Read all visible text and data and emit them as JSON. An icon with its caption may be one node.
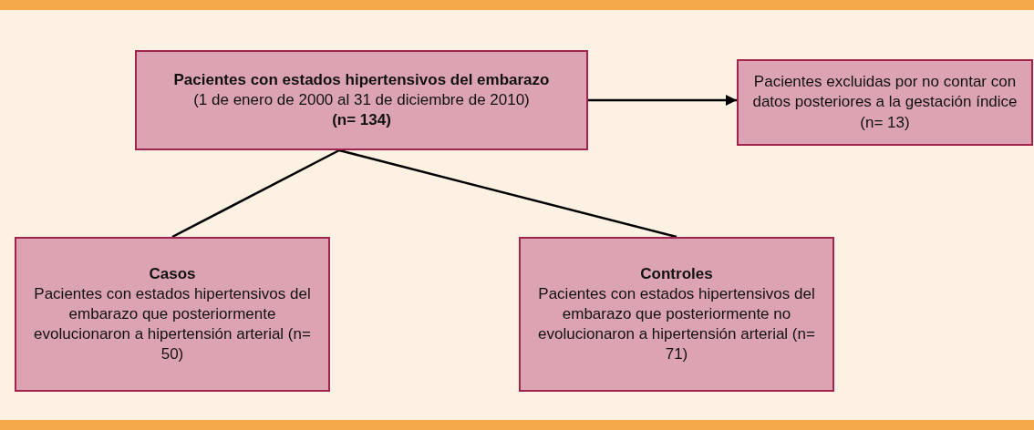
{
  "diagram": {
    "nodes": [
      {
        "text": [
          "Pacientes con estados hipertensivos del embarazo",
          "(1 de enero de 2000 al 31 de diciembre de 2010)",
          "(n= 134)"
        ]
      },
      {
        "text": [
          "Pacientes excluidas por no contar con datos posteriores a la gestación índice (n= 13)"
        ]
      },
      {
        "text": [
          "Casos",
          "Pacientes con estados hipertensivos del embarazo que posteriormente evolucionaron a hipertensión arterial (n= 50)"
        ]
      },
      {
        "text": [
          "Controles",
          "Pacientes con estados hipertensivos del embarazo que posteriormente no evolucionaron a hipertensión arterial (n= 71)"
        ]
      }
    ],
    "edges": [
      {
        "from": 0,
        "to": 1,
        "arrow": "to"
      },
      {
        "from": 0,
        "to": 2,
        "arrow": "none"
      },
      {
        "from": 0,
        "to": 3,
        "arrow": "none"
      }
    ]
  }
}
